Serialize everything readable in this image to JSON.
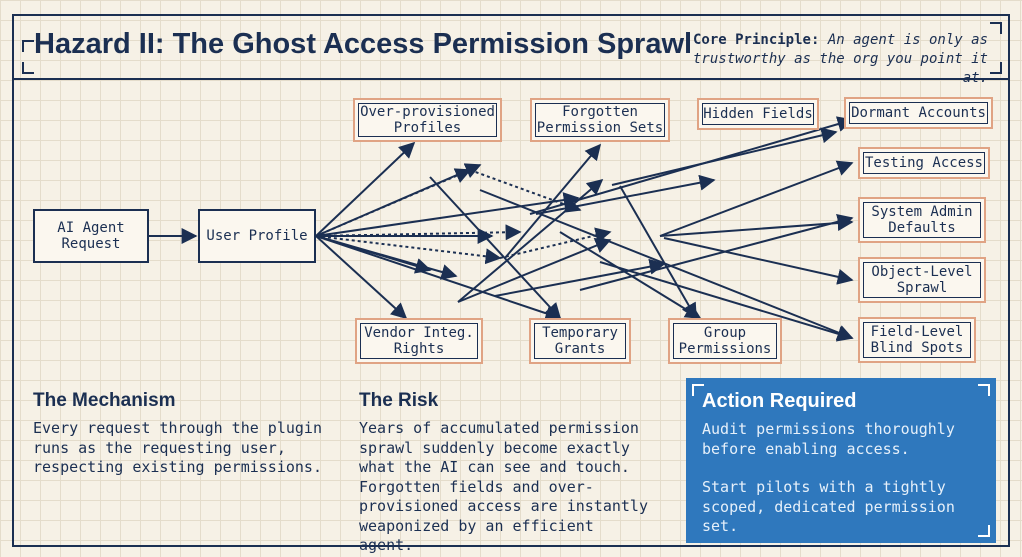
{
  "title": "Hazard II: The Ghost Access Permission Sprawl",
  "principle": {
    "label": "Core Principle:",
    "text": "An agent is only as trustworthy as the org you point it at."
  },
  "diagram": {
    "source": "AI Agent\nRequest",
    "hub": "User Profile",
    "targets": {
      "overprovisioned": "Over-provisioned\nProfiles",
      "forgotten": "Forgotten\nPermission Sets",
      "hidden": "Hidden Fields",
      "dormant": "Dormant Accounts",
      "testing": "Testing Access",
      "sysadmin": "System Admin\nDefaults",
      "objectlevel": "Object-Level\nSprawl",
      "fieldlevel": "Field-Level\nBlind Spots",
      "vendor": "Vendor Integ.\nRights",
      "temporary": "Temporary\nGrants",
      "group": "Group\nPermissions"
    }
  },
  "mechanism": {
    "heading": "The Mechanism",
    "body": "Every request through the plugin runs as the requesting user, respecting existing permissions."
  },
  "risk": {
    "heading": "The Risk",
    "body": "Years of accumulated permission sprawl suddenly become exactly what the AI can see and touch. Forgotten fields and over-provisioned access are instantly weaponized by an efficient agent."
  },
  "action": {
    "heading": "Action Required",
    "line1": "Audit permissions thoroughly before enabling access.",
    "line2": "Start pilots with a tightly scoped, dedicated permission set."
  },
  "colors": {
    "ink": "#1b2f52",
    "accent_border": "#e0a384",
    "action_bg": "#2f78bd",
    "paper": "#f6f1e6"
  }
}
